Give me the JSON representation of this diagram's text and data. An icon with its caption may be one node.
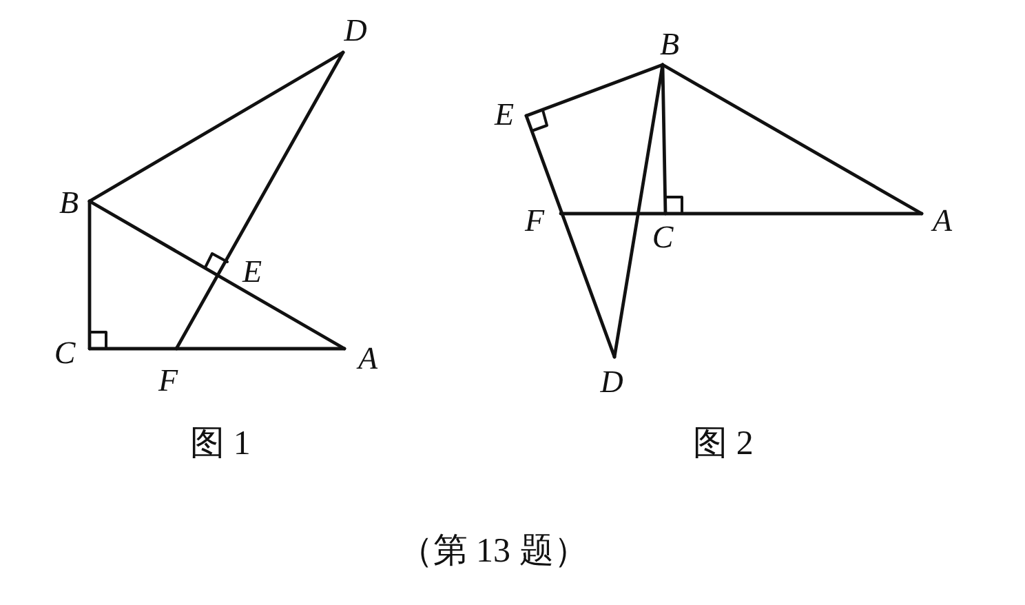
{
  "diagram": {
    "caption": "（第 13 题）",
    "labels": [
      "D",
      "B",
      "E",
      "C",
      "F",
      "A",
      "图 1",
      "B",
      "E",
      "F",
      "C",
      "A",
      "D",
      "图 2"
    ]
  }
}
